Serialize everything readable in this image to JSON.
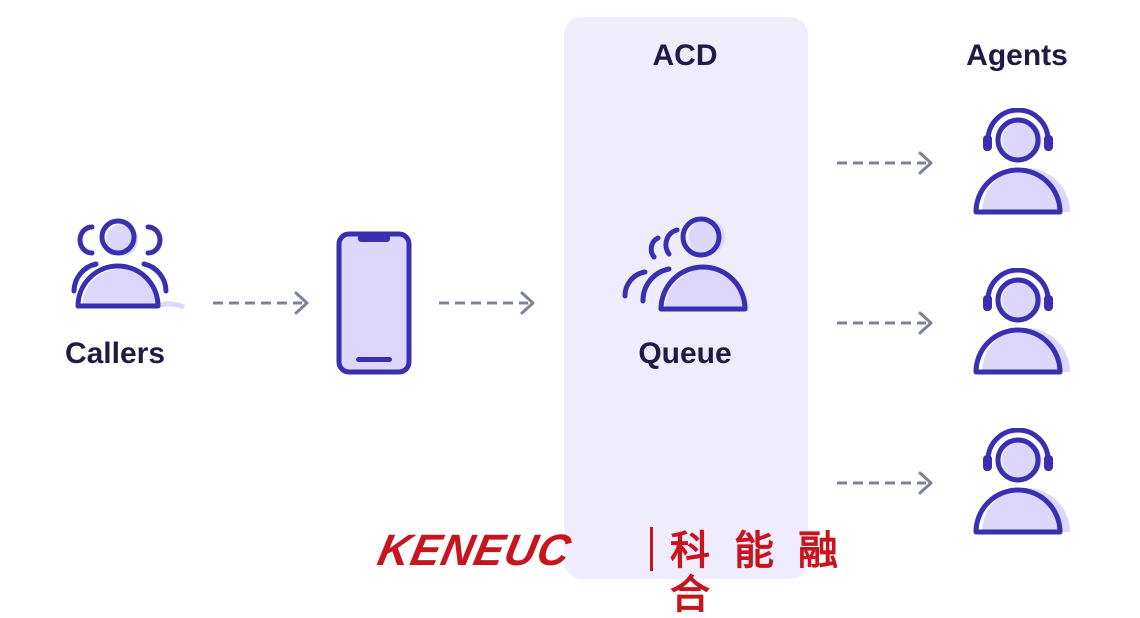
{
  "labels": {
    "callers": "Callers",
    "acd": "ACD",
    "queue": "Queue",
    "agents": "Agents"
  },
  "brand": {
    "latin": "KENEUC",
    "cjk": "科能融合"
  },
  "colors": {
    "stroke": "#3a2fb1",
    "fill": "#dcd7fb",
    "panel": "#efecfb",
    "text": "#201a45",
    "arrow": "#7c8595",
    "brand": "#c8141e"
  },
  "icons": {
    "callers": "people-group-icon",
    "phone": "smartphone-icon",
    "queue": "people-queue-icon",
    "agent": "headset-agent-icon"
  }
}
